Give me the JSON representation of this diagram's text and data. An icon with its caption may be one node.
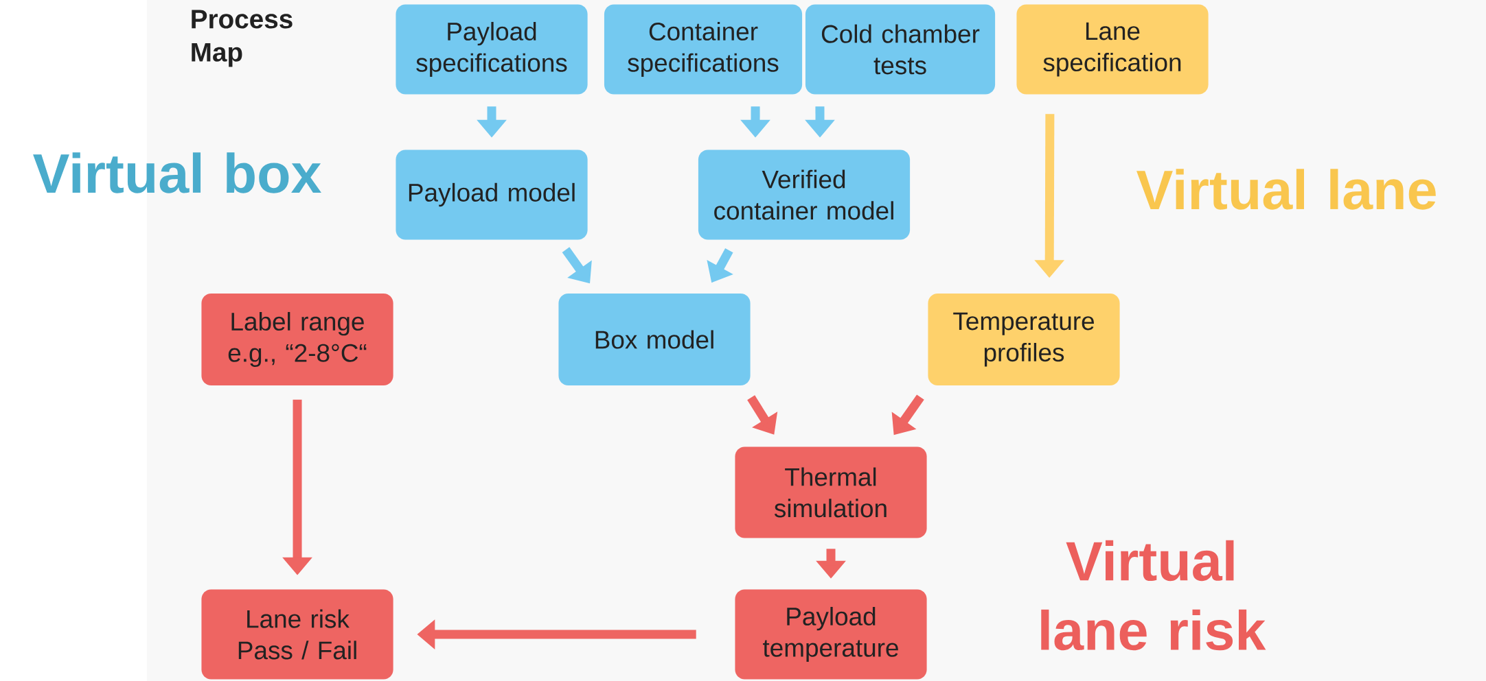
{
  "diagram": {
    "nodes": [
      {
        "text": [
          "Payload specifications"
        ]
      },
      {
        "text": [
          "Container specifications"
        ]
      },
      {
        "text": [
          "Cold chamber tests"
        ]
      },
      {
        "text": [
          "Lane specification"
        ]
      },
      {
        "text": [
          "Payload model"
        ]
      },
      {
        "text": [
          "Verified container model"
        ]
      },
      {
        "text": [
          "Label range e.g., “2-8°C“"
        ]
      },
      {
        "text": [
          "Box model"
        ]
      },
      {
        "text": [
          "Temperature profiles"
        ]
      },
      {
        "text": [
          "Thermal simulation"
        ]
      },
      {
        "text": [
          "Lane risk Pass / Fail"
        ]
      },
      {
        "text": [
          "Payload temperature"
        ]
      }
    ],
    "edges": [
      {
        "from": 0,
        "to": 4,
        "arrow": "to",
        "color": "#74c9f0"
      },
      {
        "from": 1,
        "to": 5,
        "arrow": "to",
        "color": "#74c9f0"
      },
      {
        "from": 2,
        "to": 5,
        "arrow": "to",
        "color": "#74c9f0"
      },
      {
        "from": 3,
        "to": 8,
        "arrow": "to",
        "color": "#fed16b"
      },
      {
        "from": 4,
        "to": 7,
        "arrow": "to",
        "color": "#74c9f0"
      },
      {
        "from": 5,
        "to": 7,
        "arrow": "to",
        "color": "#74c9f0"
      },
      {
        "from": 7,
        "to": 9,
        "arrow": "to",
        "color": "#ee6562"
      },
      {
        "from": 8,
        "to": 9,
        "arrow": "to",
        "color": "#ee6562"
      },
      {
        "from": 6,
        "to": 10,
        "arrow": "to",
        "color": "#ee6562"
      },
      {
        "from": 9,
        "to": 11,
        "arrow": "to",
        "color": "#ee6562"
      },
      {
        "from": 11,
        "to": 10,
        "arrow": "to",
        "color": "#ee6562"
      }
    ],
    "labels": [
      "Process Map",
      "Virtual box",
      "Virtual lane",
      "Virtual lane risk"
    ]
  }
}
